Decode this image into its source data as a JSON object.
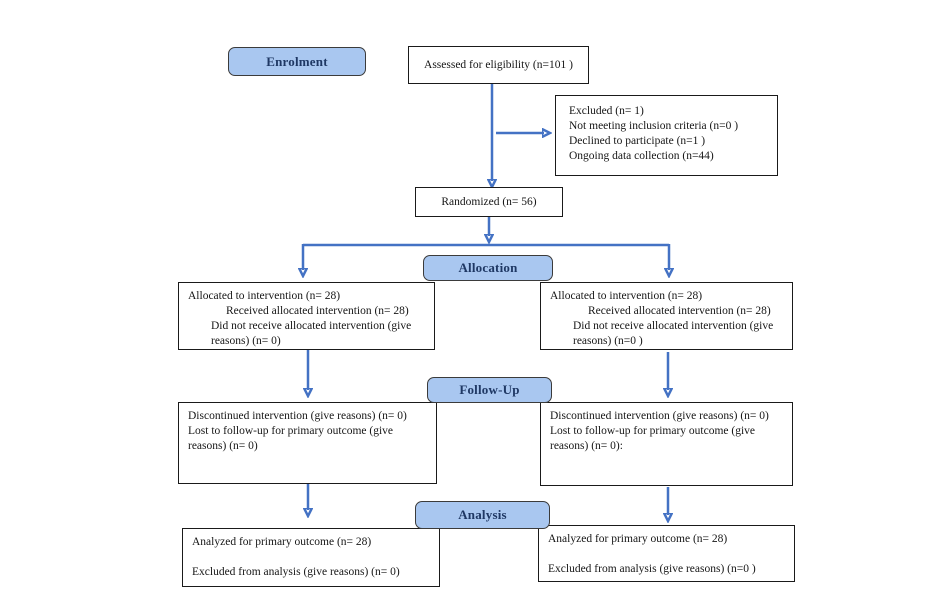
{
  "colors": {
    "arrow_blue": "#4472C4",
    "label_fill": "#A9C7F0",
    "label_text": "#1F3864",
    "box_border": "#1a1a1a"
  },
  "stages": {
    "enrolment": "Enrolment",
    "allocation": "Allocation",
    "follow_up": "Follow-Up",
    "analysis": "Analysis"
  },
  "boxes": {
    "assessed": {
      "text": "Assessed for eligibility (n=101 )"
    },
    "excluded": {
      "lines": [
        "Excluded (n= 1)",
        "Not meeting inclusion criteria (n=0 )",
        "Declined to participate (n=1 )",
        "Ongoing data collection (n=44)"
      ]
    },
    "randomized": {
      "text": "Randomized (n= 56)"
    },
    "allocation_left": {
      "lines": [
        "Allocated to intervention (n= 28)",
        "Received allocated intervention (n= 28)",
        "Did not receive allocated intervention (give",
        "reasons) (n= 0)"
      ]
    },
    "allocation_right": {
      "lines": [
        "Allocated to intervention (n= 28)",
        "Received allocated intervention (n= 28)",
        "Did not receive allocated intervention (give",
        "reasons) (n=0 )"
      ]
    },
    "followup_left": {
      "lines": [
        "Discontinued intervention (give reasons) (n= 0)",
        "Lost to follow-up for primary outcome (give",
        "reasons) (n= 0)"
      ]
    },
    "followup_right": {
      "lines": [
        "Discontinued intervention (give reasons) (n= 0)",
        "Lost to follow-up for primary outcome (give",
        "reasons) (n= 0):"
      ]
    },
    "analysis_left": {
      "lines": [
        "Analyzed for primary outcome (n= 28)",
        "Excluded from analysis (give reasons) (n= 0)"
      ]
    },
    "analysis_right": {
      "lines": [
        "Analyzed for primary outcome (n= 28)",
        "Excluded from analysis (give reasons) (n=0 )"
      ]
    }
  }
}
